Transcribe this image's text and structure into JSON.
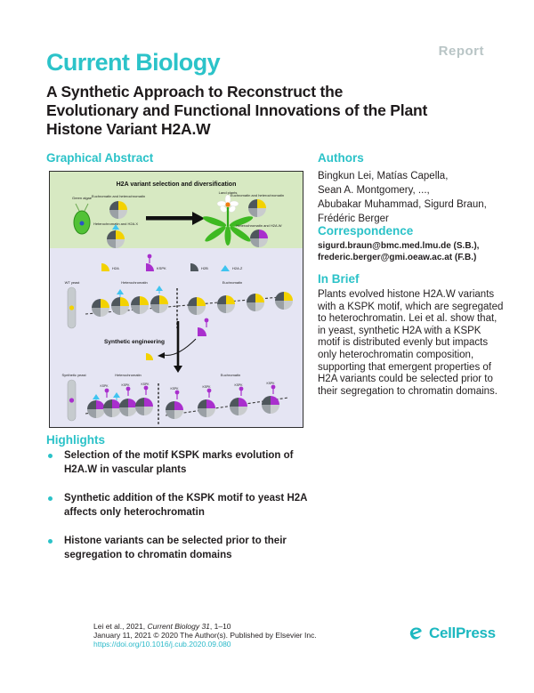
{
  "header": {
    "report": "Report",
    "journal": "Current Biology"
  },
  "title": {
    "line1": "A Synthetic Approach to Reconstruct the",
    "line2": "Evolutionary and Functional Innovations of the Plant",
    "line3": "Histone Variant H2A.W"
  },
  "sections": {
    "graphical_abstract": "Graphical Abstract",
    "authors": "Authors",
    "correspondence": "Correspondence",
    "in_brief": "In Brief",
    "highlights": "Highlights"
  },
  "authors": {
    "lines": [
      "Bingkun Lei, Matías Capella,",
      "Sean A. Montgomery, ...,",
      "Abubakar Muhammad, Sigurd Braun,",
      "Frédéric Berger"
    ]
  },
  "correspondence": {
    "lines": [
      "sigurd.braun@bmc.med.lmu.de (S.B.),",
      "frederic.berger@gmi.oeaw.ac.at (F.B.)"
    ]
  },
  "in_brief": {
    "text": "Plants evolved histone H2A.W variants with a KSPK motif, which are segregated to heterochromatin. Lei et al. show that, in yeast, synthetic H2A with a KSPK motif is distributed evenly but impacts only heterochromatin composition, supporting that emergent properties of H2A variants could be selected prior to their segregation to chromatin domains."
  },
  "highlights": {
    "items": [
      "Selection of the motif KSPK marks evolution of H2A.W in vascular plants",
      "Synthetic addition of the KSPK motif to yeast H2A affects only heterochromatin",
      "Histone variants can be selected prior to their segregation to chromatin domains"
    ]
  },
  "figure": {
    "panel_title": "H2A variant selection and diversification",
    "algae_label": "Green algae",
    "pie1_label": "Euchromatin and heterochromatin",
    "pie2_label": "Heterochromatin and H2A.X",
    "flower_label": "Land plants",
    "pie3_label": "Euchromatin and heterochromatin",
    "pie4_label": "Heterochromatin and H2A.W",
    "legend": {
      "h2a": "H2A",
      "kspk": "KSPK",
      "h2b": "H2B",
      "h2az": "H2A.Z"
    },
    "wt_yeast": "WT yeast",
    "heterochromatin": "Heterochromatin",
    "euchromatin": "Euchromatin",
    "synthetic_engineering": "Synthetic engineering",
    "synthetic_yeast": "Synthetic yeast",
    "kspk_tag": "KSPK"
  },
  "footer": {
    "citation_prefix": "Lei et al., 2021, ",
    "citation_journal": "Current Biology 31",
    "citation_suffix": ", 1–10",
    "line2": "January 11, 2021 © 2020 The Author(s). Published by Elsevier Inc.",
    "doi": "https://doi.org/10.1016/j.cub.2020.09.080"
  },
  "logo": {
    "text": "CellPress"
  },
  "colors": {
    "accent": "#2bc2c8",
    "report_gray": "#b9c5c6",
    "link": "#2bb9c9",
    "panel_green": "#d7e9c2",
    "panel_lavender": "#e5e5f3",
    "pie_yellow": "#f3d200",
    "pie_purple": "#a92fcd",
    "pie_dark": "#4e565c",
    "triangle_blue": "#3fc4f0",
    "plant_green": "#3eb922"
  }
}
